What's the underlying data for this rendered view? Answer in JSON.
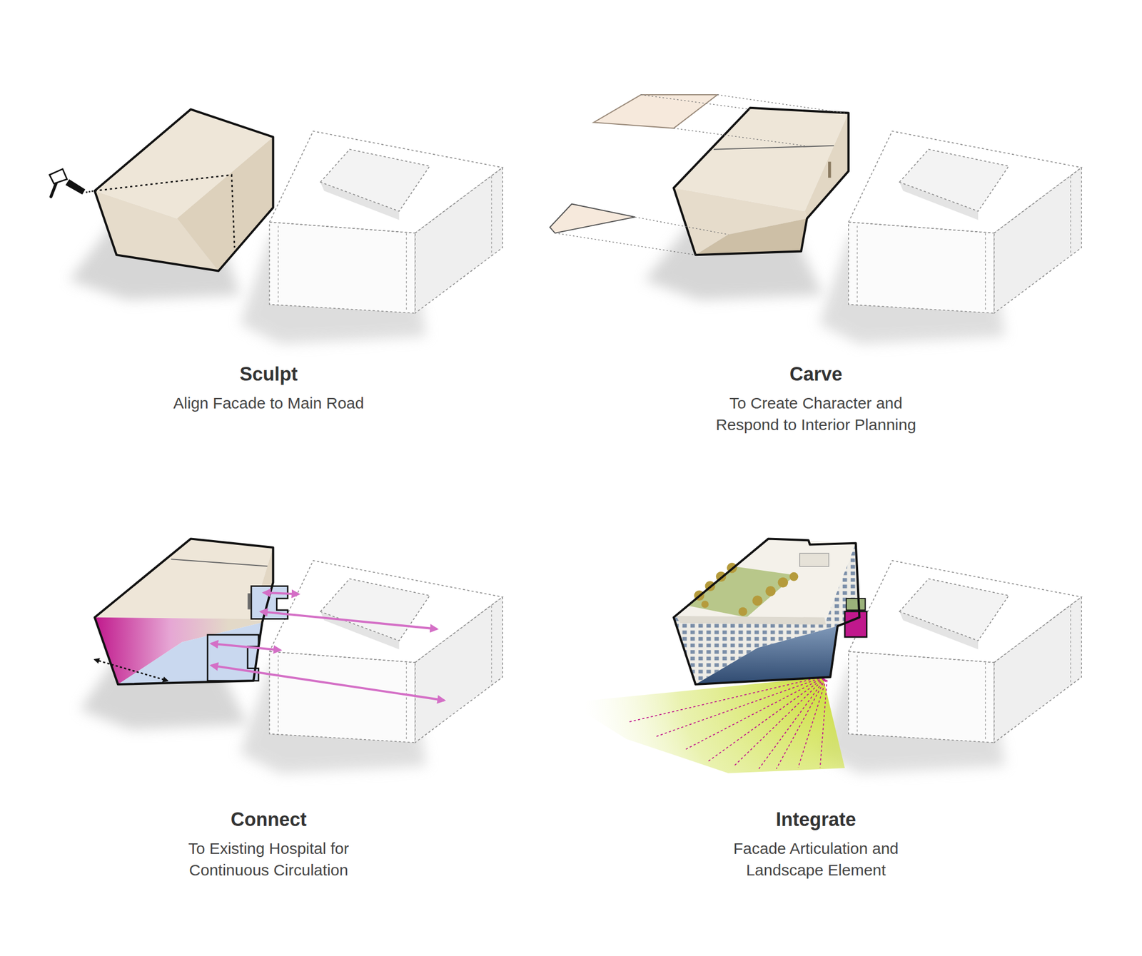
{
  "diagram": {
    "labels": [
      "Sculpt",
      "Align Facade to Main Road",
      "Carve",
      "To Create Character and Respond to Interior Planning",
      "Connect",
      "To Existing Hospital for Continuous Circulation",
      "Integrate",
      "Facade Articulation and Landscape Element"
    ]
  }
}
